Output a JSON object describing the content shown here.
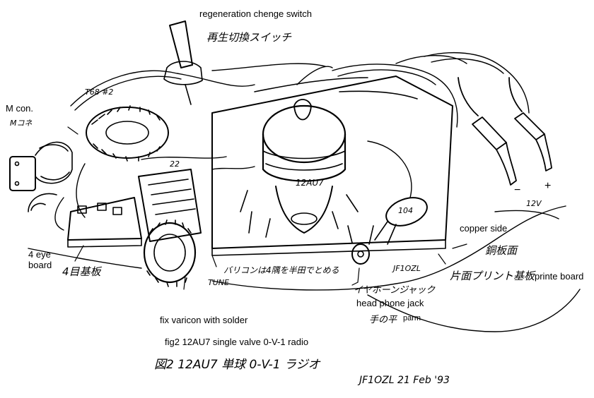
{
  "labels": {
    "regen_switch_en": "regeneration chenge switch",
    "regen_switch_jp": "再生切換スイッチ",
    "m_con_en": "M con.",
    "m_con_jp": "Mコネ",
    "t_label": "T68 #2",
    "four_eye_en": "4 eye board",
    "four_eye_jp": "4目基板",
    "tune": "TUNE",
    "varicon_jp": "バリコンは4隅を半田でとめる",
    "fix_varicon_en": "fix varicon with solder",
    "headphone_jp": "イヤホーンジャック",
    "headphone_en": "head phone jack",
    "palm_jp": "手の平",
    "palm_en": "parm",
    "copper_side_en": "copper side",
    "copper_side_jp": "銅板面",
    "printed_jp": "片面プリント基板",
    "printed_en": "printe board",
    "callsign_board": "JF1OZL",
    "tube": "12AU7",
    "cap_value": "104",
    "v12": "12V",
    "minus": "−",
    "plus": "+",
    "cap_small": "22",
    "fig_caption_en": "fig2 12AU7 single valve 0-V-1 radio",
    "fig_caption_jp": "図2 12AU7 単球 0-V-1 ラジオ",
    "signature": "JF1OZL 21 Feb '93"
  }
}
